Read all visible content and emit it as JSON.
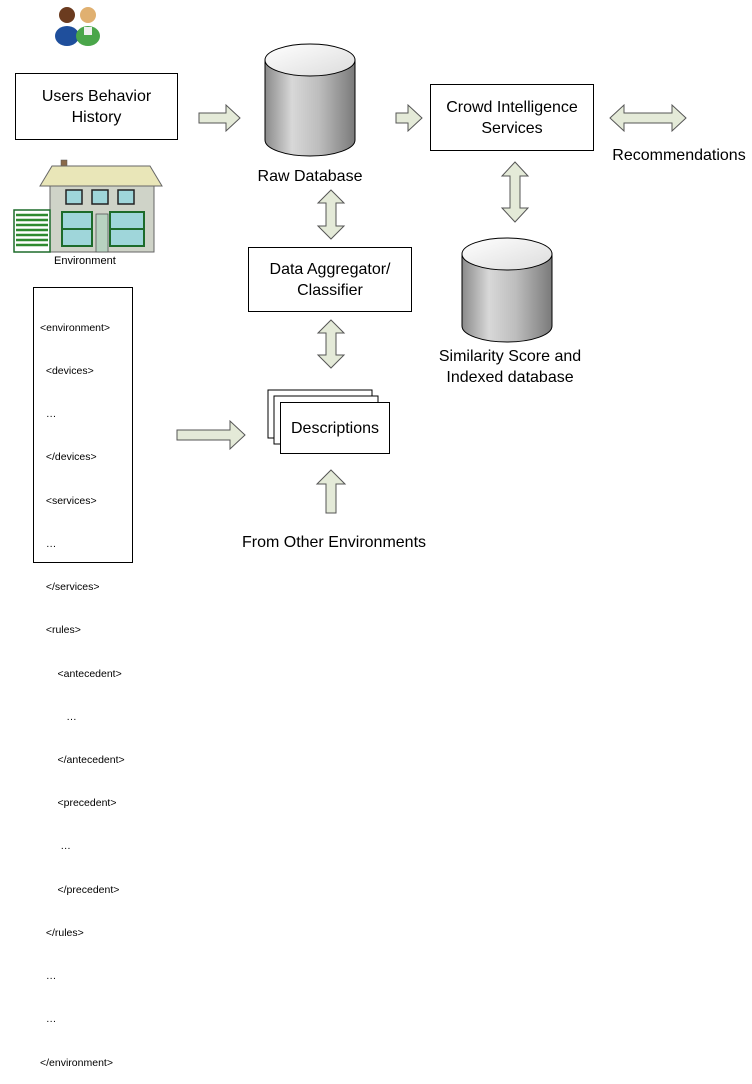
{
  "boxes": {
    "users_behavior": "Users Behavior\nHistory",
    "crowd_intelligence": "Crowd Intelligence\nServices",
    "data_aggregator": "Data Aggregator/\nClassifier",
    "descriptions": "Descriptions"
  },
  "labels": {
    "raw_database": "Raw Database",
    "similarity_db": "Similarity Score and\nIndexed database",
    "recommendations": "Recommendations",
    "environment": "Environment",
    "from_other_environments": "From Other Environments"
  },
  "xml_lines": [
    "<environment>",
    "  <devices>",
    "  …",
    "  </devices>",
    "  <services>",
    "  …",
    "  </services>",
    "  <rules>",
    "      <antecedent>",
    "         …",
    "      </antecedent>",
    "      <precedent>",
    "       …",
    "      </precedent>",
    "  </rules>",
    "  …",
    "  …",
    "</environment>"
  ],
  "colors": {
    "arrow_fill": "#e4ead8",
    "cylinder_side": "#b4b4b4",
    "cylinder_top": "#ececec",
    "house_wall": "#cfd3c8",
    "window_fill": "#9fd6da",
    "garage_stripes": "#2e8a2e"
  },
  "icons": [
    "users-icon",
    "house-icon"
  ]
}
